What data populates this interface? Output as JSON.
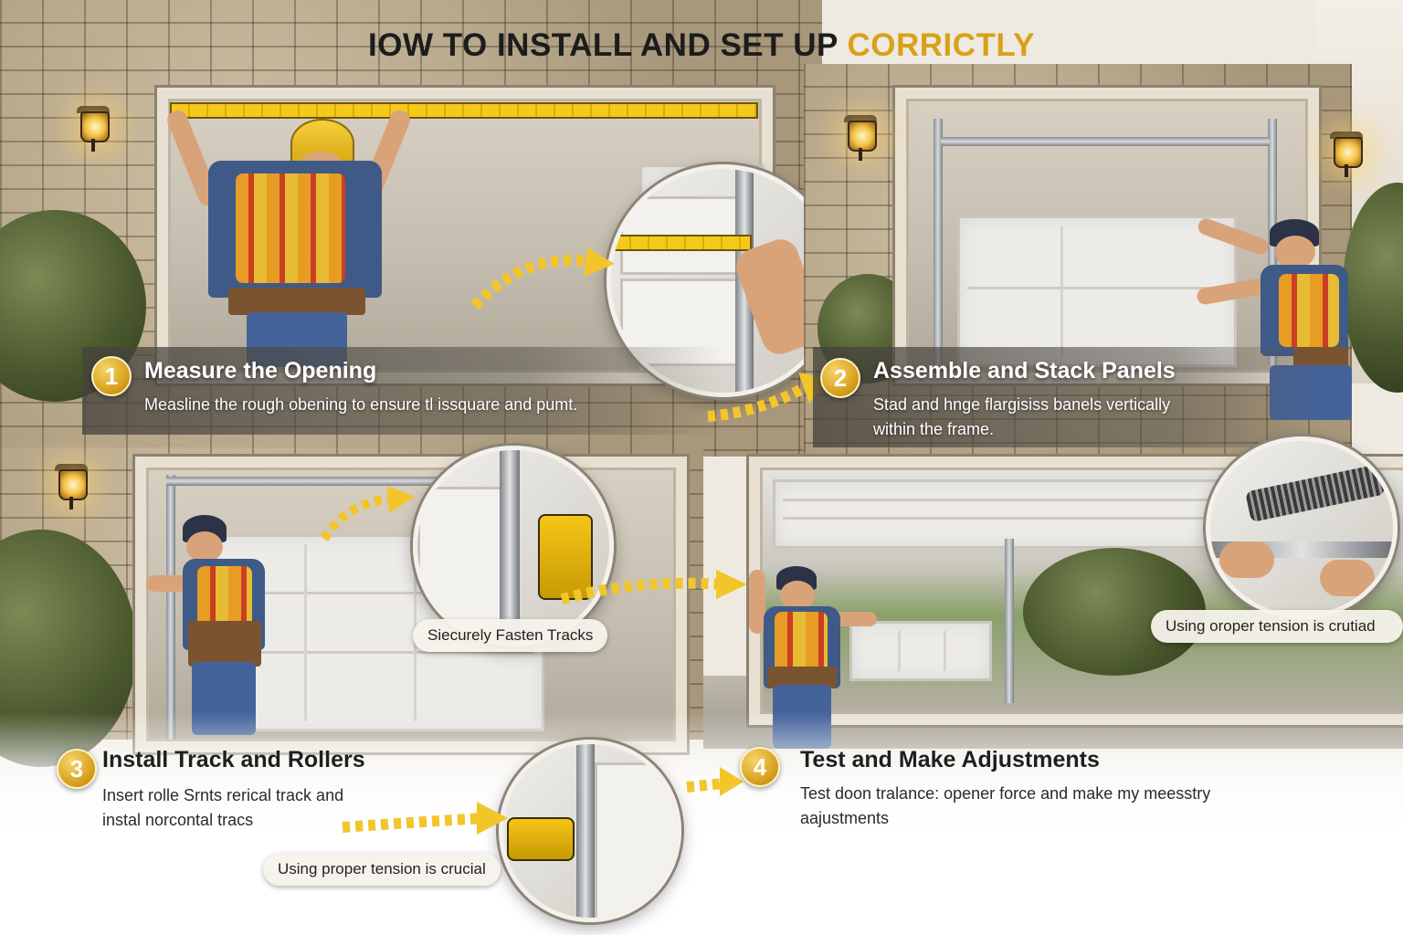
{
  "title": {
    "main": "IOW TO INSTALL AND SET UP",
    "accent": "CORRICTLY"
  },
  "colors": {
    "accent": "#d7a11a",
    "text_dark": "#1c1c1c",
    "text_light": "#ffffff",
    "arrow": "#f2c52a"
  },
  "steps": [
    {
      "number": "1",
      "title": "Measure the Opening",
      "description": [
        "Measline the rough obening to ensure tl issquare and pumt."
      ]
    },
    {
      "number": "2",
      "title": "Assemble and Stack Panels",
      "description": [
        "Stad and hnge flargisiss banels vertically",
        "within the frame."
      ]
    },
    {
      "number": "3",
      "title": "Install Track and Rollers",
      "description": [
        "Insert rolle Srnts rerical track and",
        "instal norcontal tracs"
      ]
    },
    {
      "number": "4",
      "title": "Test and Make Adjustments",
      "description": [
        "Test doon tralance: opener force  and make my meesstry",
        "aajustments"
      ]
    }
  ],
  "callouts": {
    "fasten": "Siecurely Fasten Tracks",
    "tension_right": "Using oroper tension is crutiad",
    "tension_bottom": "Using proper tension is crucial"
  },
  "icons": [
    "wall-lamp-icon",
    "arrow-icon",
    "magnifier-icon",
    "level-tool-icon",
    "drill-icon"
  ]
}
